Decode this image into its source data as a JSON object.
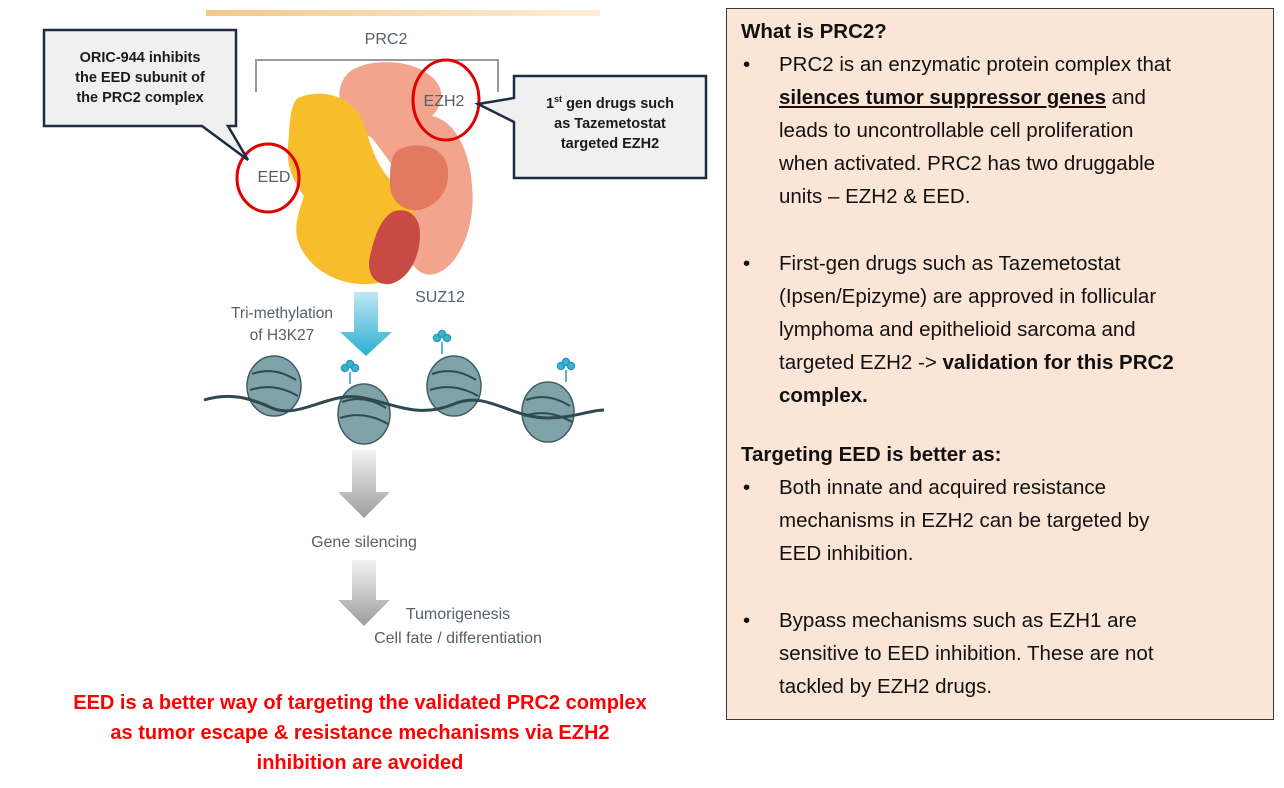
{
  "diagram": {
    "complex_label": "PRC2",
    "subunits": {
      "eed": "EED",
      "ezh2": "EZH2",
      "suz12": "SUZ12"
    },
    "trimethylation_label": [
      "Tri-methylation",
      "of H3K27"
    ],
    "gene_silencing": "Gene silencing",
    "outcome": [
      "Tumorigenesis",
      "Cell fate / differentiation"
    ],
    "callout_eed": [
      "ORIC-944 inhibits",
      "the EED subunit of",
      "the PRC2 complex"
    ],
    "callout_ezh2": {
      "line1_sup": "st",
      "line1_num": "1",
      "line1_rest": " gen drugs such",
      "line2": "as Tazemetostat",
      "line3": "targeted EZH2"
    },
    "colors": {
      "eed": "#f7bd2a",
      "ezh2": "#f2a58c",
      "suz12": "#c94a45",
      "arrow_teal": "#3ab4d2",
      "nucleosome": "#7fa3a8",
      "highlight": "#e00000"
    }
  },
  "conclusion": [
    "EED is a better way of targeting the validated PRC2 complex",
    "as tumor escape & resistance mechanisms via EZH2",
    "inhibition are avoided"
  ],
  "panel": {
    "heading1": "What  is PRC2?",
    "b1_pre": "PRC2 is an enzymatic protein complex that",
    "b1_underlined": "silences tumor suppressor genes",
    "b1_post_line": " and",
    "b1_rest": [
      "leads to uncontrollable cell proliferation",
      "when activated. PRC2 has two druggable",
      "units – EZH2 & EED."
    ],
    "b2_lines": [
      "First-gen drugs such as Tazemetostat",
      "(Ipsen/Epizyme) are approved in follicular",
      "lymphoma and epithelioid sarcoma and"
    ],
    "b2_last_pre": "targeted EZH2 -> ",
    "b2_bold": "validation for this PRC2",
    "b2_bold2": "complex.",
    "heading2": "Targeting EED is better as:",
    "b3_lines": [
      "Both innate and acquired resistance",
      "mechanisms in EZH2 can be targeted by",
      "EED inhibition."
    ],
    "b4_lines": [
      "Bypass mechanisms such as EZH1 are",
      "sensitive to EED inhibition. These are not",
      "tackled by EZH2 drugs."
    ],
    "bullet_char": "•"
  }
}
